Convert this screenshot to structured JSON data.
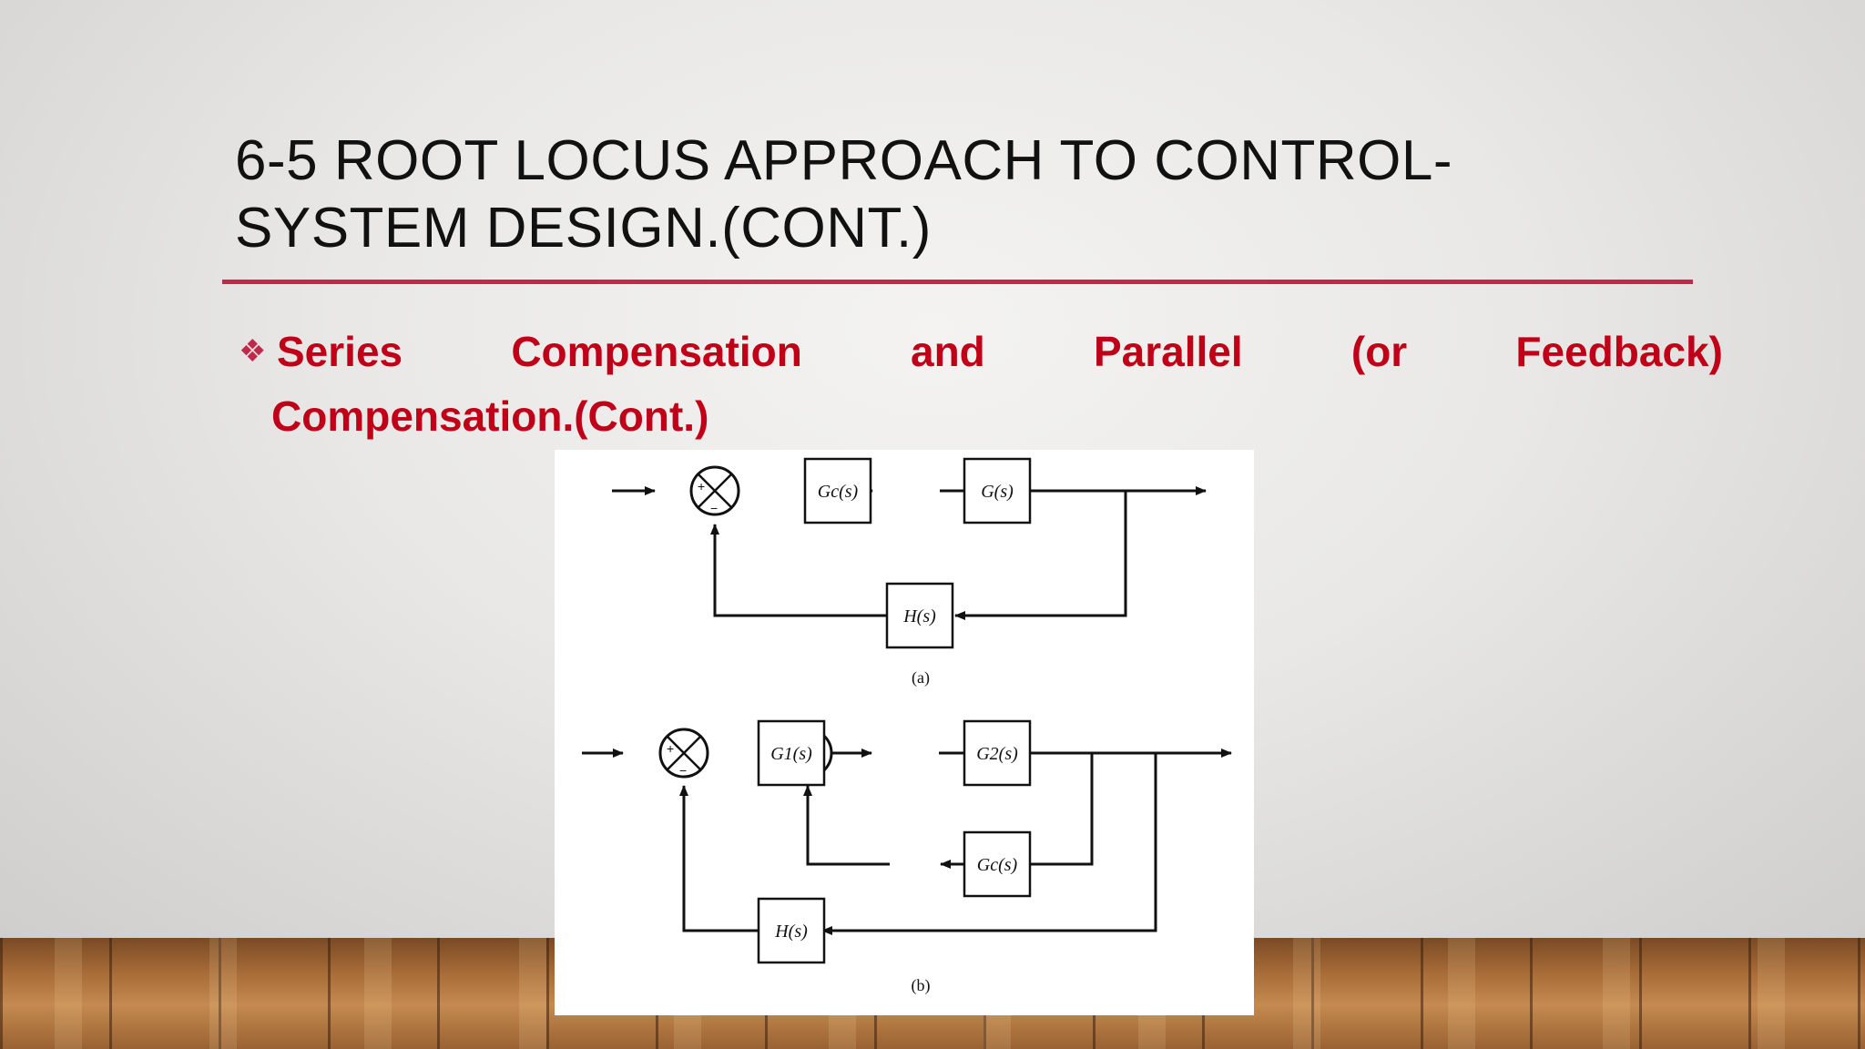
{
  "slide": {
    "title_line1": "6-5 ROOT LOCUS APPROACH TO CONTROL-",
    "title_line2": "SYSTEM DESIGN.(CONT.)",
    "bullet_symbol": "❖",
    "bullet_words": [
      "Series",
      "Compensation",
      "and",
      "Parallel",
      "(or",
      "Feedback)"
    ],
    "bullet_line2": "Compensation.(Cont.)",
    "accent_color": "#c0294a",
    "text_color": "#c00018"
  },
  "figure": {
    "a": {
      "blocks": [
        "Gc(s)",
        "G(s)",
        "H(s)"
      ],
      "caption": "(a)"
    },
    "b": {
      "blocks": [
        "G1(s)",
        "G2(s)",
        "Gc(s)",
        "H(s)"
      ],
      "caption": "(b)"
    },
    "sum_signs": [
      "+",
      "−"
    ]
  }
}
